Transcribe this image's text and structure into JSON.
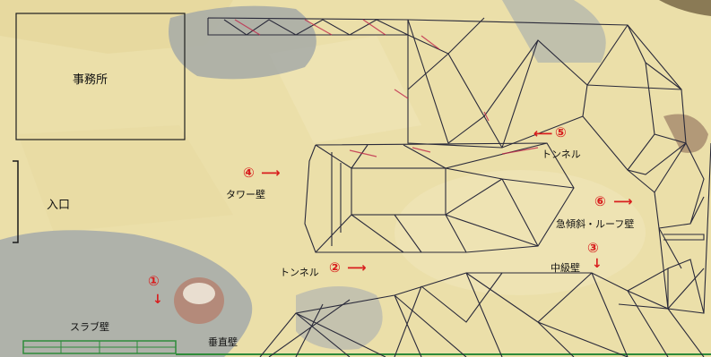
{
  "areas": {
    "office": "事務所",
    "entrance": "入口",
    "slab": "スラブ壁",
    "vertical": "垂直壁"
  },
  "walls": [
    {
      "num": "①",
      "label": "",
      "direction": "down"
    },
    {
      "num": "②",
      "label": "トンネル",
      "direction": "right"
    },
    {
      "num": "③",
      "label": "中級壁",
      "direction": "down"
    },
    {
      "num": "④",
      "label": "タワー壁",
      "direction": "right"
    },
    {
      "num": "⑤",
      "label": "トンネル",
      "direction": "left"
    },
    {
      "num": "⑥",
      "label": "急傾斜・ルーフ壁",
      "direction": "right"
    }
  ],
  "colors": {
    "marker": "#d81e1e",
    "wire": "#2a2a3a",
    "wire_accent": "#c0264a",
    "sand": "#ece0ac"
  }
}
